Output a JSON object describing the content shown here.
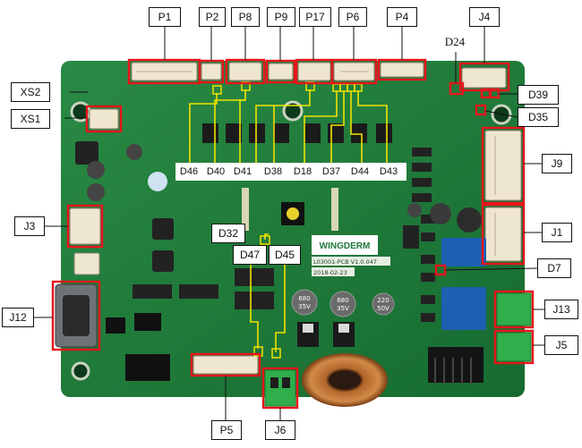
{
  "figure": {
    "board_labels": [
      "P1",
      "P2",
      "P8",
      "P9",
      "P17",
      "P6",
      "P4",
      "J4",
      "D24",
      "D39",
      "XS2",
      "XS1",
      "D35",
      "J9",
      "J3",
      "J1",
      "D32",
      "D47",
      "D45",
      "D7",
      "J12",
      "J13",
      "J5",
      "P5",
      "J6"
    ],
    "diode_row": [
      "D46",
      "D40",
      "D41",
      "D38",
      "D18",
      "D37",
      "D44",
      "D43"
    ],
    "brand": "WINGDERM",
    "pcb_text": [
      "L03001-PCB V1.0.047",
      "2018-02-23"
    ],
    "cap_text": [
      "680",
      "35V",
      "680",
      "35V",
      "220",
      "50V"
    ],
    "colors": {
      "pcb": "#1f7a3c",
      "highlight": "#e8141b",
      "leader": "#f2e200",
      "terminal": "#2fae4b",
      "relay": "#1e5fb3"
    }
  }
}
